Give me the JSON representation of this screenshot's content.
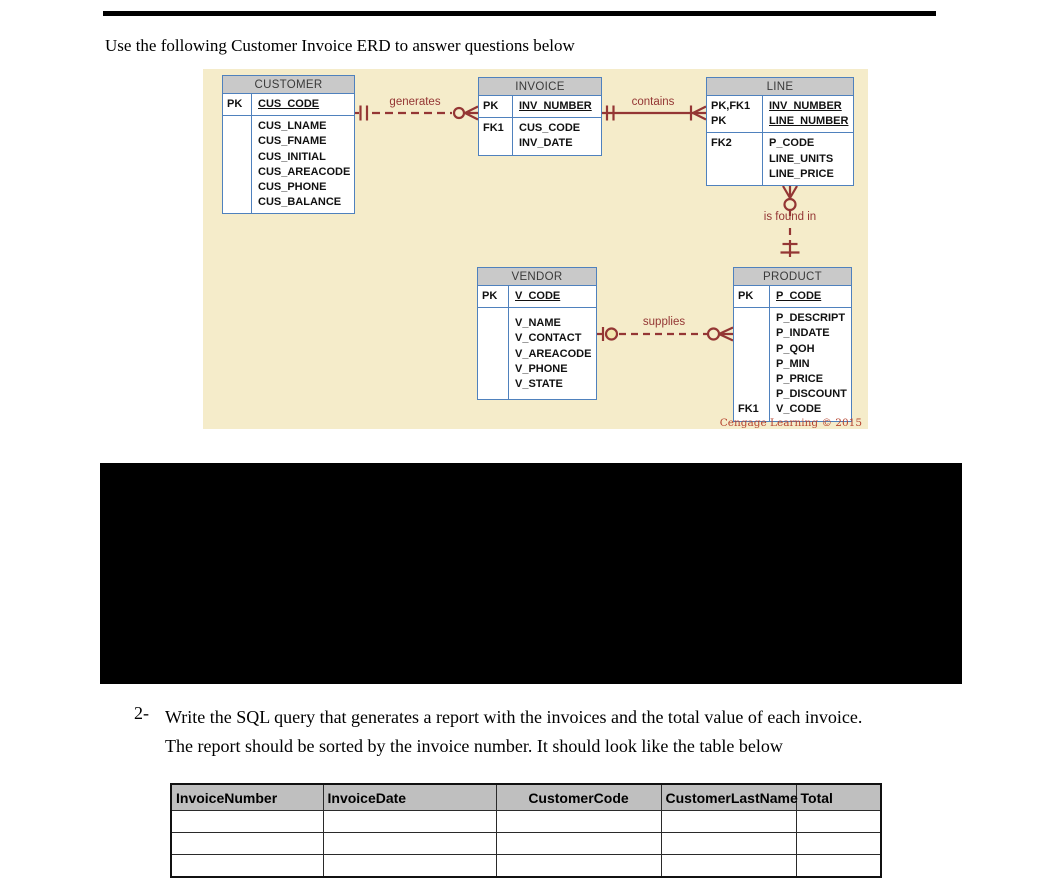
{
  "document": {
    "intro_text": "Use the following Customer Invoice ERD to answer questions below",
    "question": {
      "number": "2-",
      "line1": "Write the SQL query that generates a report with the invoices and the total value of each invoice.",
      "line2": "The report should be sorted by the invoice number. It should look like the table below"
    }
  },
  "erd": {
    "credit": "Cengage Learning © 2015",
    "colors": {
      "canvas": "#f5ecca",
      "entity_border": "#4f81bd",
      "entity_header_bg": "#c9c9c9",
      "relation_line": "#943634"
    },
    "entities": {
      "customer": {
        "name": "CUSTOMER",
        "pk_key": "PK",
        "pk_attr": "CUS_CODE",
        "attrs": [
          "CUS_LNAME",
          "CUS_FNAME",
          "CUS_INITIAL",
          "CUS_AREACODE",
          "CUS_PHONE",
          "CUS_BALANCE"
        ]
      },
      "invoice": {
        "name": "INVOICE",
        "pk_key": "PK",
        "pk_attr": "INV_NUMBER",
        "fk_key": "FK1",
        "attrs": [
          "CUS_CODE",
          "INV_DATE"
        ]
      },
      "line": {
        "name": "LINE",
        "pk_key1": "PK,FK1",
        "pk_attr1": "INV_NUMBER",
        "pk_key2": "PK",
        "pk_attr2": "LINE_NUMBER",
        "fk_key": "FK2",
        "attrs": [
          "P_CODE",
          "LINE_UNITS",
          "LINE_PRICE"
        ]
      },
      "vendor": {
        "name": "VENDOR",
        "pk_key": "PK",
        "pk_attr": "V_CODE",
        "attrs": [
          "V_NAME",
          "V_CONTACT",
          "V_AREACODE",
          "V_PHONE",
          "V_STATE"
        ]
      },
      "product": {
        "name": "PRODUCT",
        "pk_key": "PK",
        "pk_attr": "P_CODE",
        "attrs": [
          "P_DESCRIPT",
          "P_INDATE",
          "P_QOH",
          "P_MIN",
          "P_PRICE",
          "P_DISCOUNT"
        ],
        "fk_key": "FK1",
        "fk_attr": "V_CODE"
      }
    },
    "relationships": {
      "generates": {
        "label": "generates",
        "from": "CUSTOMER",
        "to": "INVOICE",
        "line": "dashed",
        "from_cardinality": "one-and-only-one",
        "to_cardinality": "zero-or-many"
      },
      "contains": {
        "label": "contains",
        "from": "INVOICE",
        "to": "LINE",
        "line": "solid",
        "from_cardinality": "one-and-only-one",
        "to_cardinality": "one-or-many"
      },
      "is_found_in": {
        "label": "is found in",
        "from": "LINE",
        "to": "PRODUCT",
        "line": "dashed",
        "from_cardinality": "zero-or-many",
        "to_cardinality": "one-and-only-one"
      },
      "supplies": {
        "label": "supplies",
        "from": "VENDOR",
        "to": "PRODUCT",
        "line": "dashed",
        "from_cardinality": "zero-or-one",
        "to_cardinality": "zero-or-many"
      }
    }
  },
  "results_table": {
    "headers": [
      "InvoiceNumber",
      "InvoiceDate",
      "CustomerCode",
      "CustomerLastName",
      "Total"
    ],
    "empty_row_count": 3
  }
}
